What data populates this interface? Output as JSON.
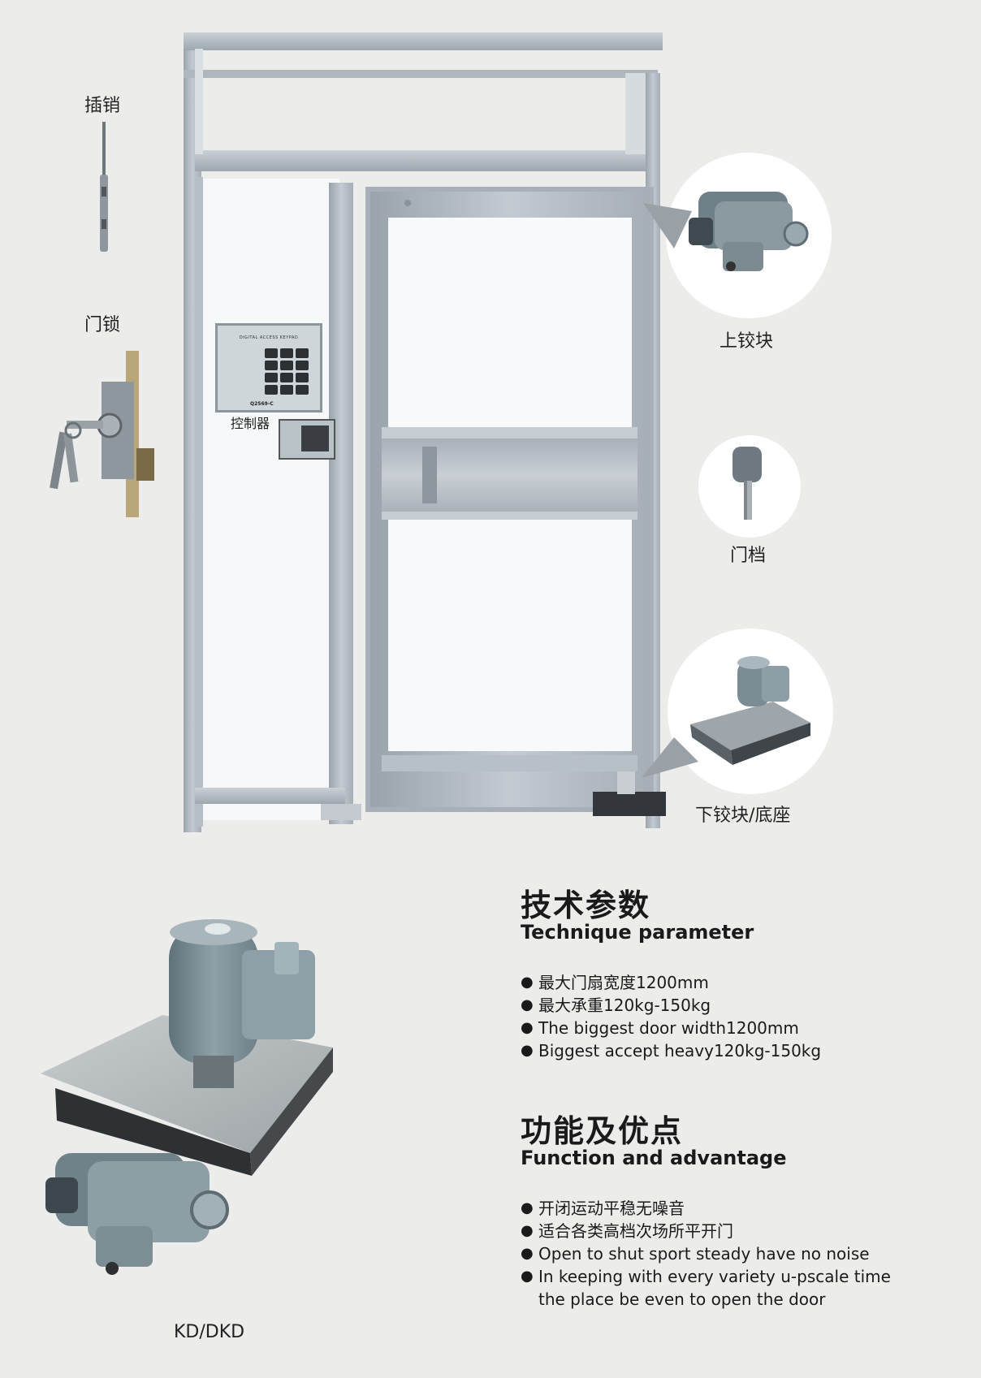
{
  "labels": {
    "bolt": "插销",
    "door_lock": "门锁",
    "controller": "控制器",
    "top_pivot": "上铰块",
    "door_stop": "门档",
    "bottom_pivot": "下铰块/底座",
    "model": "KD/DKD"
  },
  "keypad": {
    "brand": "DIGITAL ACCESS KEYPAD",
    "model": "Q2569-C"
  },
  "technique": {
    "title_cn": "技术参数",
    "title_en": "Technique parameter",
    "items": [
      "最大门扇宽度1200mm",
      "最大承重120kg-150kg",
      "The biggest door width1200mm",
      "Biggest accept heavy120kg-150kg"
    ]
  },
  "function": {
    "title_cn": "功能及优点",
    "title_en": "Function and advantage",
    "items": [
      "开闭运动平稳无噪音",
      "适合各类高档次场所平开门",
      "Open to shut sport steady have no noise",
      "In keeping with every variety u-pscale time\nthe place be even to open the door"
    ]
  },
  "colors": {
    "background": "#ececeb",
    "frame": "#b4bcc4",
    "glass": "#f8f9fa",
    "metal": "#8f9aa3"
  }
}
